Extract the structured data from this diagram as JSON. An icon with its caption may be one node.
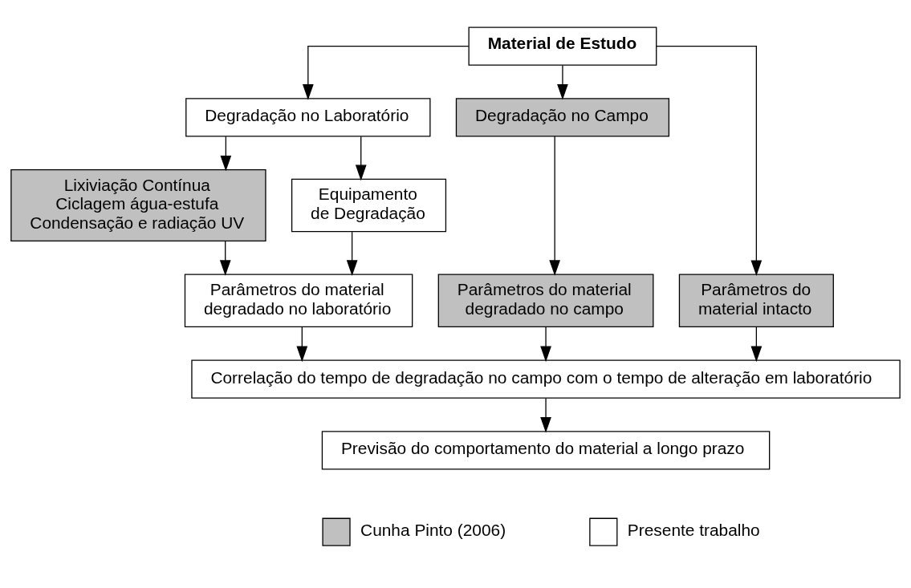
{
  "diagram": {
    "nodes": [
      {
        "text": [
          "Material de Estudo"
        ]
      },
      {
        "text": [
          "Degradação no Laboratório"
        ]
      },
      {
        "text": [
          "Degradação no Campo"
        ]
      },
      {
        "text": [
          "Lixiviação Contínua",
          "Ciclagem água-estufa",
          "Condensação e radiação UV"
        ]
      },
      {
        "text": [
          "Equipamento de Degradação"
        ]
      },
      {
        "text": [
          "Parâmetros do material degradado no laboratório"
        ]
      },
      {
        "text": [
          "Parâmetros do material intacto"
        ]
      },
      {
        "text": [
          "Parâmetros do material degradado no campo"
        ]
      },
      {
        "text": [
          "Correlação do tempo de degradação no campo com o tempo de alteração em laboratório"
        ]
      },
      {
        "text": [
          "Previsão do comportamento do material a longo prazo"
        ]
      }
    ],
    "edges": [
      {
        "from": 0,
        "to": 1,
        "arrow": "to"
      },
      {
        "from": 0,
        "to": 6,
        "arrow": "to"
      },
      {
        "from": 0,
        "to": 2,
        "arrow": "to"
      },
      {
        "from": 1,
        "to": 3,
        "arrow": "to"
      },
      {
        "from": 1,
        "to": 4,
        "arrow": "to"
      },
      {
        "from": 3,
        "to": 5,
        "arrow": "to"
      },
      {
        "from": 4,
        "to": 5,
        "arrow": "to"
      },
      {
        "from": 2,
        "to": 7,
        "arrow": "to"
      },
      {
        "from": 5,
        "to": 8,
        "arrow": "to"
      },
      {
        "from": 6,
        "to": 8,
        "arrow": "to"
      },
      {
        "from": 7,
        "to": 8,
        "arrow": "to"
      },
      {
        "from": 8,
        "to": 9,
        "arrow": "to"
      }
    ],
    "legend": [
      {
        "text": "Cunha Pinto (2006)",
        "color": "#c0c0c0"
      },
      {
        "text": "Presente trabalho",
        "color": "#ffffff"
      }
    ]
  }
}
